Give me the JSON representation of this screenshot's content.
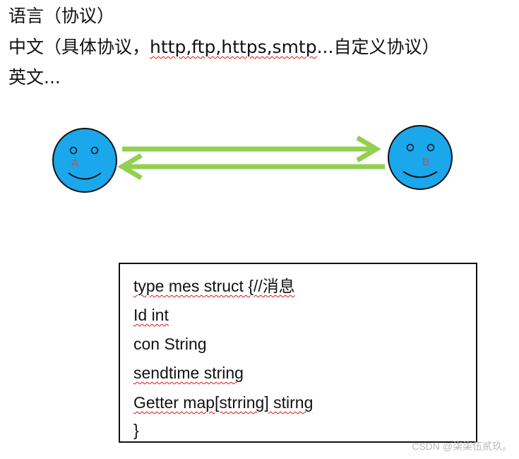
{
  "heading": {
    "line1": "语言（协议）",
    "line2_prefix": "中文（具体协议，",
    "line2_protocols": "http,ftp,https,smtp",
    "line2_suffix": "...自定义协议）",
    "line3": "英文..."
  },
  "diagram": {
    "node_a": {
      "label": "A"
    },
    "node_b": {
      "label": "B"
    },
    "face_fill": "#1aa7ec",
    "arrow_color": "#92d050",
    "label_color": "#c0504d"
  },
  "code_box": {
    "lines": [
      "type mes struct {//消息",
      "Id int",
      "con String",
      "sendtime string",
      "Getter map[strring] stirng",
      "}"
    ]
  },
  "watermark": "CSDN @柒柒伍贰玖。"
}
